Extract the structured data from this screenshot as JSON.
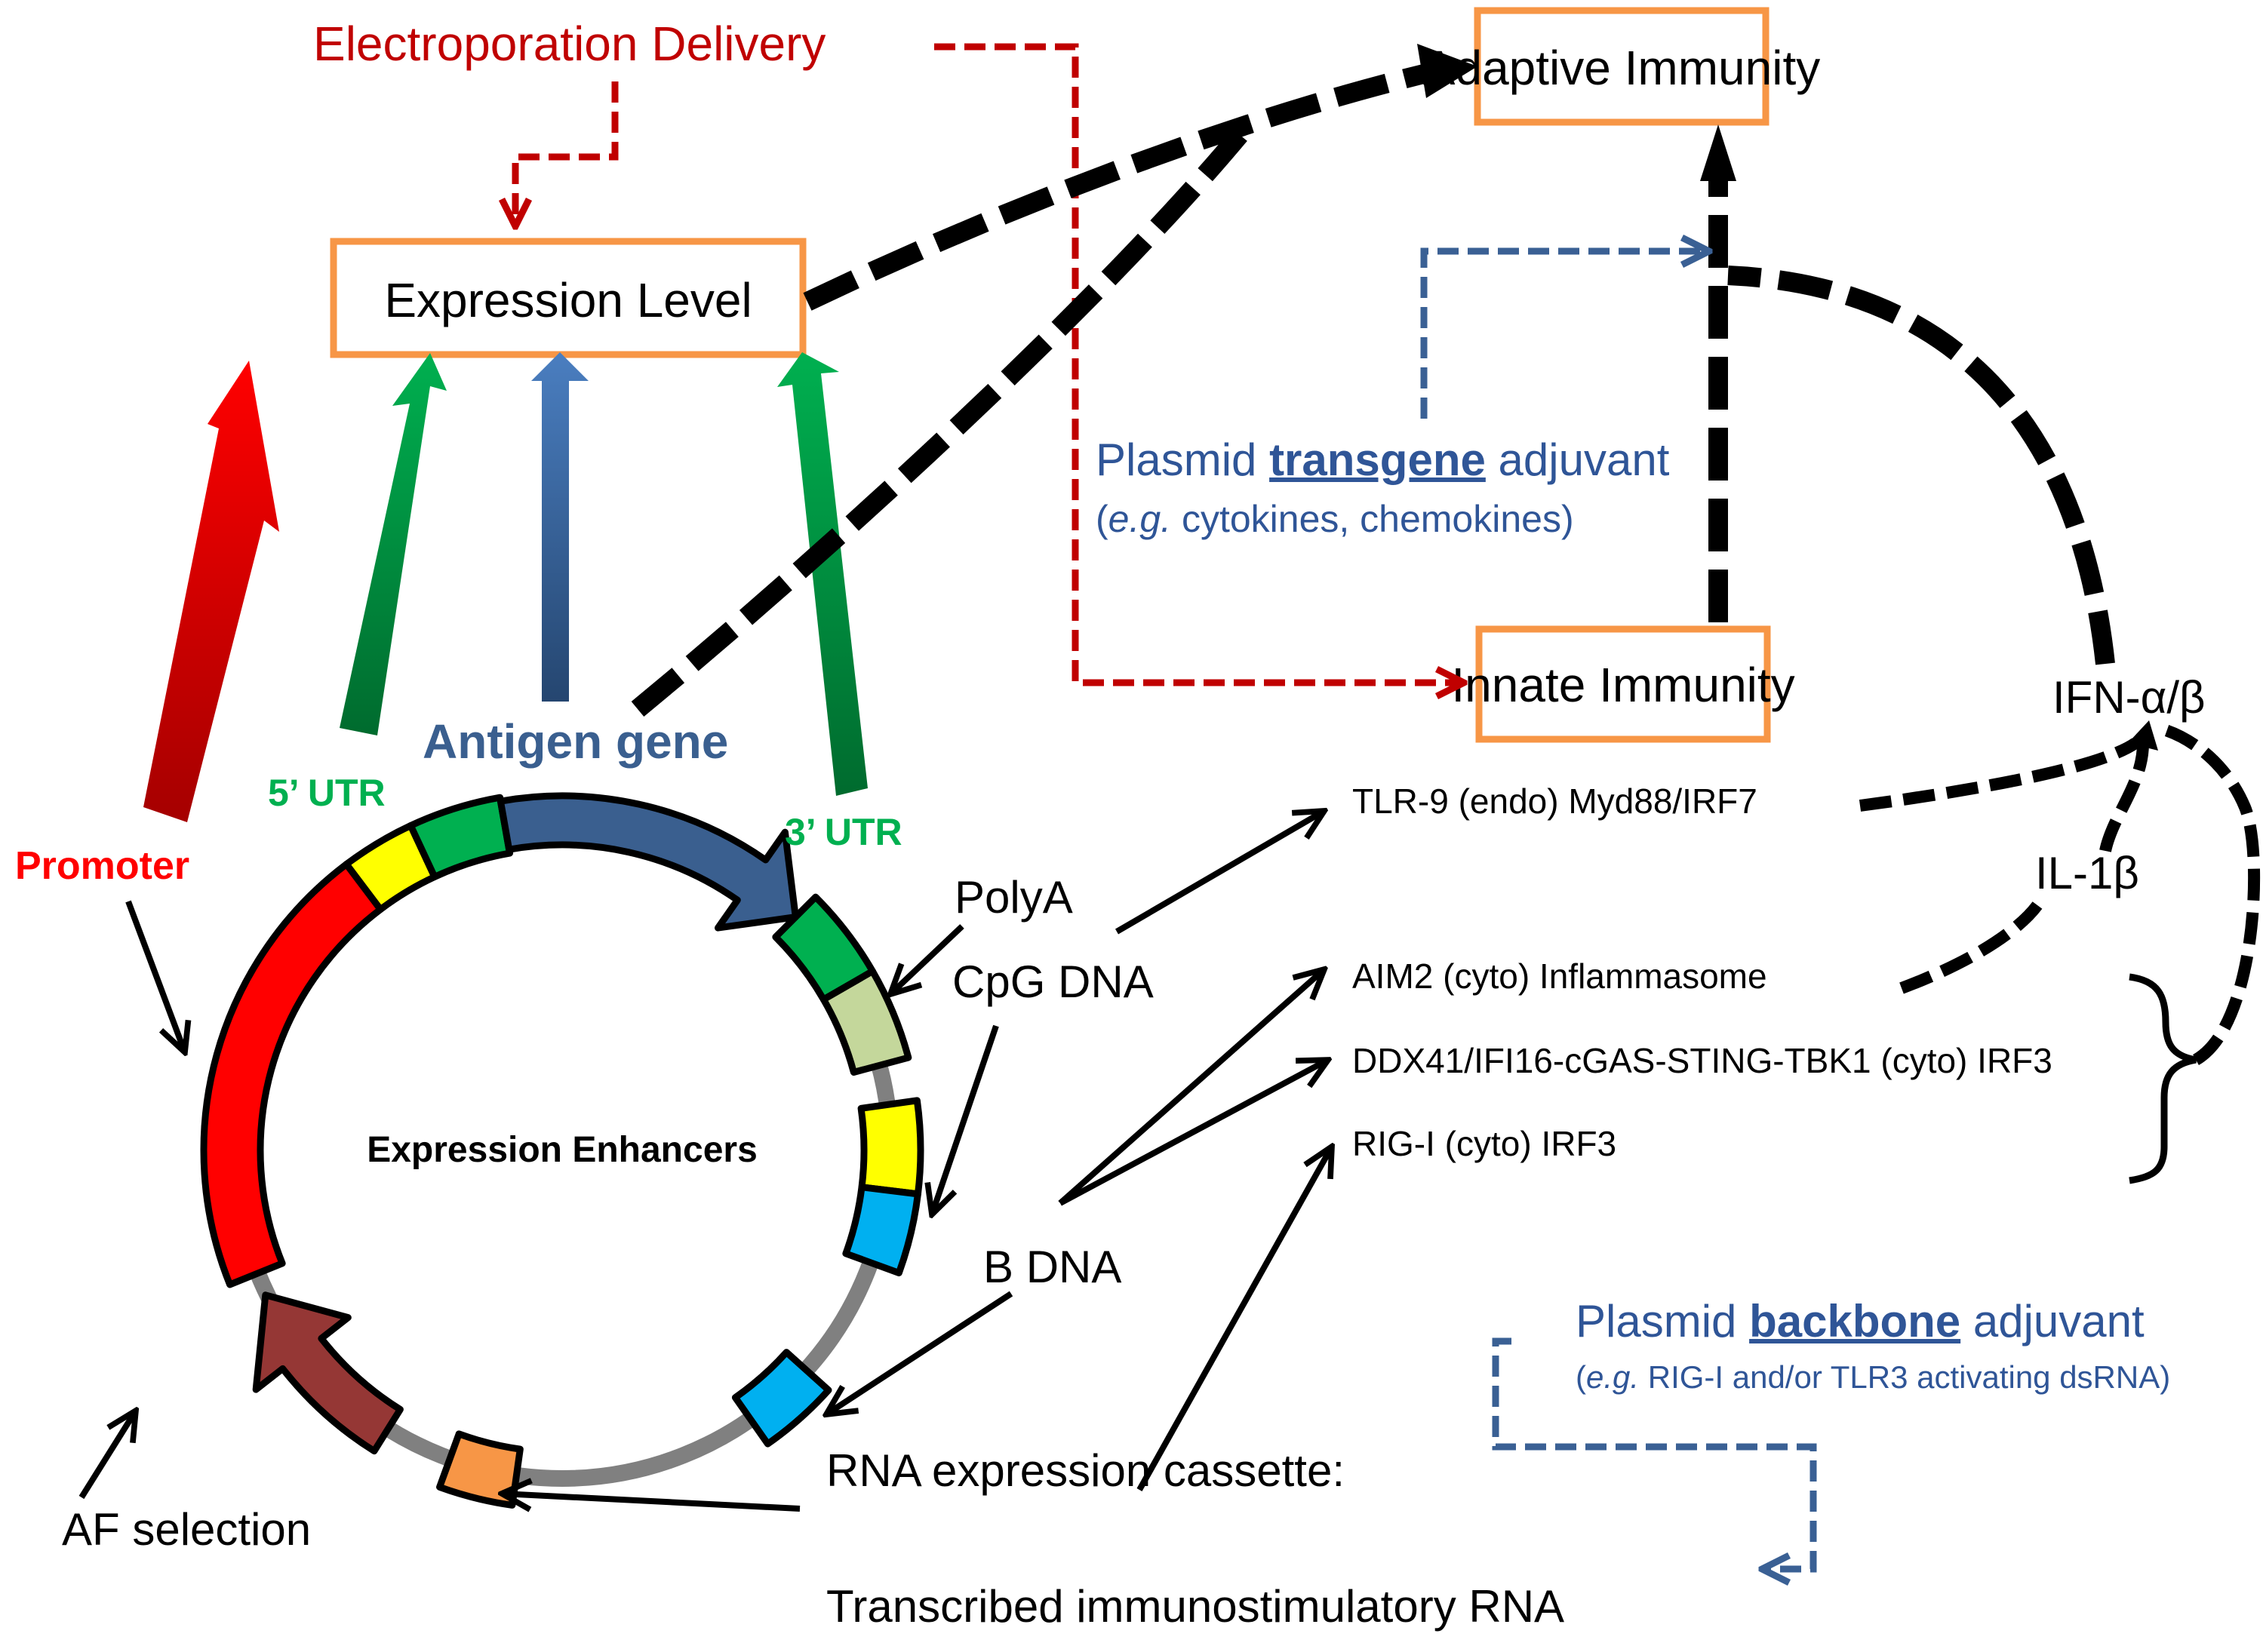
{
  "title": "Plasmid DNA vaccine design: expression level and innate/adaptive immunity",
  "nodes": {
    "expression_level": "Expression Level",
    "adaptive_immunity": "Adaptive Immunity",
    "innate_immunity": "Innate Immunity"
  },
  "delivery": {
    "label": "Electroporation Delivery",
    "color": "#C00000"
  },
  "plasmid": {
    "center_label": "Expression Enhancers",
    "elements": {
      "promoter": {
        "label": "Promoter",
        "color": "#FF0000"
      },
      "utr5": {
        "label": "5’ UTR",
        "color": "#00B050"
      },
      "antigen": {
        "label": "Antigen gene",
        "color": "#3A5F8F"
      },
      "utr3": {
        "label": "3’ UTR",
        "color": "#00B050"
      },
      "polyA": {
        "label": "PolyA",
        "color": "#C4D79B"
      },
      "cpg": {
        "label": "CpG DNA",
        "color": "#FFFF00"
      },
      "b_dna": {
        "label": "B DNA",
        "color": "#00B0F0"
      },
      "af_selection": {
        "label": "AF selection",
        "color": "#953735"
      },
      "rna_cassette": {
        "label_line1": "RNA expression cassette:",
        "label_line2": "Transcribed immunostimulatory RNA",
        "color": "#F79646"
      }
    },
    "backbone_color": "#808080"
  },
  "sensors": [
    {
      "label": "TLR-9 (endo) Myd88/IRF7"
    },
    {
      "label": "AIM2 (cyto) Inflammasome"
    },
    {
      "label": "DDX41/IFI16-cGAS-STING-TBK1 (cyto) IRF3"
    },
    {
      "label": "RIG-I (cyto) IRF3"
    }
  ],
  "cytokines": {
    "ifn": "IFN-α/β",
    "il1b": "IL-1β"
  },
  "adjuvants": {
    "transgene": {
      "prefix": "Plasmid ",
      "emphasis": "transgene",
      "suffix": " adjuvant",
      "example_prefix": "(",
      "example_italic": "e.g.",
      "example_rest": " cytokines, chemokines)"
    },
    "backbone": {
      "prefix": "Plasmid ",
      "emphasis": "backbone",
      "suffix": " adjuvant",
      "example_prefix": "(",
      "example_italic": "e.g.",
      "example_rest": " RIG-I and/or TLR3 activating dsRNA)"
    },
    "color": "#2F5597"
  }
}
